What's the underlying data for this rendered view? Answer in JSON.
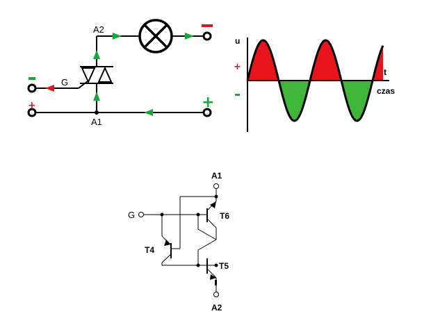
{
  "circuit": {
    "label_a2": "A2",
    "label_a1": "A1",
    "label_g": "G",
    "sign_minus_right": "−",
    "sign_plus_right": "+",
    "sign_minus_left": "-",
    "sign_plus_left": "+"
  },
  "waveform": {
    "label_u": "u",
    "label_t": "t",
    "label_time": "czas",
    "sign_plus": "+",
    "sign_minus": "-",
    "positive_color": "#e8141c",
    "negative_color": "#3fb53a"
  },
  "transistor_model": {
    "label_a1": "A1",
    "label_a2": "A2",
    "label_g": "G",
    "label_t4": "T4",
    "label_t5": "T5",
    "label_t6": "T6"
  },
  "colors": {
    "red": "#e0161c",
    "green": "#16a83a"
  }
}
